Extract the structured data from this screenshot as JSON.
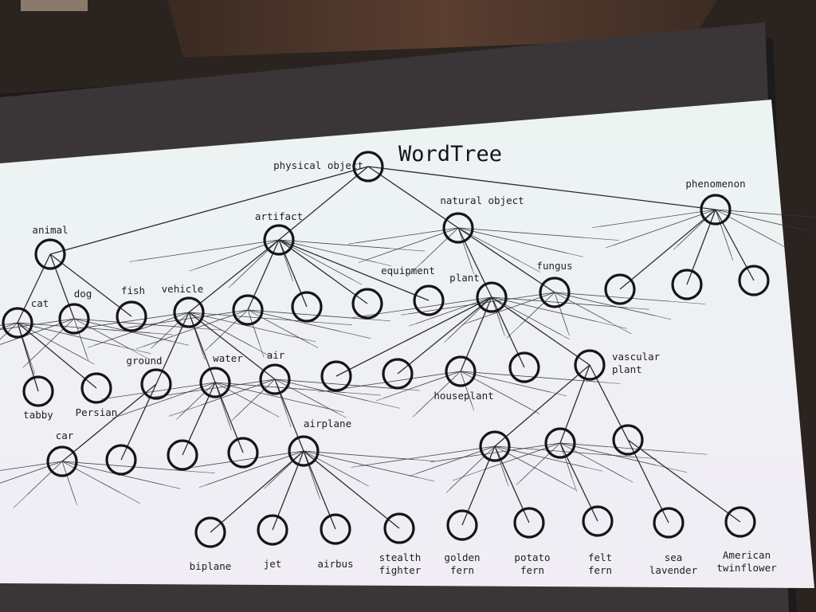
{
  "title": "WordTree",
  "colors": {
    "screen_top": "#ecf4f2",
    "screen_bottom": "#f1edf5",
    "node_stroke": "#151518",
    "edge": "#2b2b30",
    "ceiling": "#4a3429",
    "wall": "#2a2320"
  },
  "nodes": [
    {
      "id": "physical-object",
      "label": "physical object"
    },
    {
      "id": "animal",
      "label": "animal"
    },
    {
      "id": "artifact",
      "label": "artifact"
    },
    {
      "id": "natural-object",
      "label": "natural object"
    },
    {
      "id": "phenomenon",
      "label": "phenomenon"
    },
    {
      "id": "cat",
      "label": "cat"
    },
    {
      "id": "dog",
      "label": "dog"
    },
    {
      "id": "fish",
      "label": "fish"
    },
    {
      "id": "vehicle",
      "label": "vehicle"
    },
    {
      "id": "artifact-child-2",
      "label": ""
    },
    {
      "id": "artifact-child-3",
      "label": ""
    },
    {
      "id": "artifact-child-4",
      "label": ""
    },
    {
      "id": "equipment",
      "label": "equipment"
    },
    {
      "id": "plant",
      "label": "plant"
    },
    {
      "id": "fungus",
      "label": "fungus"
    },
    {
      "id": "phenomenon-child-1",
      "label": ""
    },
    {
      "id": "phenomenon-child-2",
      "label": ""
    },
    {
      "id": "phenomenon-child-3",
      "label": ""
    },
    {
      "id": "tabby",
      "label": "tabby"
    },
    {
      "id": "persian",
      "label": "Persian"
    },
    {
      "id": "ground",
      "label": "ground"
    },
    {
      "id": "water",
      "label": "water"
    },
    {
      "id": "air",
      "label": "air"
    },
    {
      "id": "plant-child-1",
      "label": ""
    },
    {
      "id": "plant-child-2",
      "label": ""
    },
    {
      "id": "houseplant",
      "label": "houseplant"
    },
    {
      "id": "plant-child-4",
      "label": ""
    },
    {
      "id": "vascular-plant",
      "label": "vascular\nplant"
    },
    {
      "id": "car",
      "label": "car"
    },
    {
      "id": "ground-child-2",
      "label": ""
    },
    {
      "id": "water-child-1",
      "label": ""
    },
    {
      "id": "water-child-2",
      "label": ""
    },
    {
      "id": "airplane",
      "label": "airplane"
    },
    {
      "id": "fern-1",
      "label": ""
    },
    {
      "id": "fern-2",
      "label": ""
    },
    {
      "id": "fern-3",
      "label": ""
    },
    {
      "id": "biplane",
      "label": "biplane"
    },
    {
      "id": "jet",
      "label": "jet"
    },
    {
      "id": "airbus",
      "label": "airbus"
    },
    {
      "id": "stealth-fighter",
      "label": "stealth\nfighter"
    },
    {
      "id": "golden-fern",
      "label": "golden\nfern"
    },
    {
      "id": "potato-fern",
      "label": "potato\nfern"
    },
    {
      "id": "felt-fern",
      "label": "felt\nfern"
    },
    {
      "id": "sea-lavender",
      "label": "sea\nlavender"
    },
    {
      "id": "american-twinflower",
      "label": "American\ntwinflower"
    }
  ],
  "edges": [
    [
      "physical-object",
      "animal"
    ],
    [
      "physical-object",
      "artifact"
    ],
    [
      "physical-object",
      "natural-object"
    ],
    [
      "physical-object",
      "phenomenon"
    ],
    [
      "animal",
      "cat"
    ],
    [
      "animal",
      "dog"
    ],
    [
      "animal",
      "fish"
    ],
    [
      "artifact",
      "vehicle"
    ],
    [
      "artifact",
      "artifact-child-2"
    ],
    [
      "artifact",
      "artifact-child-3"
    ],
    [
      "artifact",
      "artifact-child-4"
    ],
    [
      "artifact",
      "equipment"
    ],
    [
      "natural-object",
      "plant"
    ],
    [
      "natural-object",
      "fungus"
    ],
    [
      "phenomenon",
      "phenomenon-child-1"
    ],
    [
      "phenomenon",
      "phenomenon-child-2"
    ],
    [
      "phenomenon",
      "phenomenon-child-3"
    ],
    [
      "cat",
      "tabby"
    ],
    [
      "cat",
      "persian"
    ],
    [
      "vehicle",
      "ground"
    ],
    [
      "vehicle",
      "water"
    ],
    [
      "vehicle",
      "air"
    ],
    [
      "plant",
      "plant-child-1"
    ],
    [
      "plant",
      "plant-child-2"
    ],
    [
      "plant",
      "houseplant"
    ],
    [
      "plant",
      "plant-child-4"
    ],
    [
      "plant",
      "vascular-plant"
    ],
    [
      "ground",
      "car"
    ],
    [
      "ground",
      "ground-child-2"
    ],
    [
      "water",
      "water-child-1"
    ],
    [
      "water",
      "water-child-2"
    ],
    [
      "air",
      "airplane"
    ],
    [
      "vascular-plant",
      "fern-1"
    ],
    [
      "vascular-plant",
      "fern-2"
    ],
    [
      "vascular-plant",
      "fern-3"
    ],
    [
      "airplane",
      "biplane"
    ],
    [
      "airplane",
      "jet"
    ],
    [
      "airplane",
      "airbus"
    ],
    [
      "airplane",
      "stealth-fighter"
    ],
    [
      "fern-1",
      "golden-fern"
    ],
    [
      "fern-1",
      "potato-fern"
    ],
    [
      "fern-2",
      "felt-fern"
    ],
    [
      "fern-3",
      "sea-lavender"
    ],
    [
      "fern-3",
      "american-twinflower"
    ]
  ]
}
